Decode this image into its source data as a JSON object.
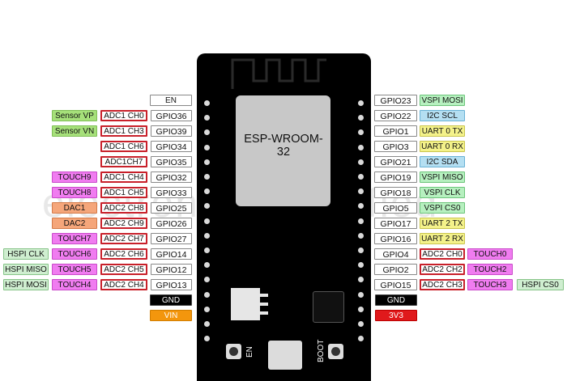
{
  "watermark": "electronicssimplified",
  "module": {
    "chip_name": "ESP-WROOM-32",
    "button_en": "EN",
    "button_boot": "BOOT"
  },
  "left_pins": [
    {
      "gpio": "EN"
    },
    {
      "gpio": "GPIO36",
      "adc": "ADC1 CH0",
      "extra": "Sensor VP"
    },
    {
      "gpio": "GPIO39",
      "adc": "ADC1 CH3",
      "extra": "Sensor VN"
    },
    {
      "gpio": "GPIO34",
      "adc": "ADC1 CH6"
    },
    {
      "gpio": "GPIO35",
      "adc": "ADC1CH7"
    },
    {
      "gpio": "GPIO32",
      "adc": "ADC1 CH4",
      "extra": "TOUCH9"
    },
    {
      "gpio": "GPIO33",
      "adc": "ADC1 CH5",
      "extra": "TOUCH8"
    },
    {
      "gpio": "GPIO25",
      "adc": "ADC2 CH8",
      "extra": "DAC1"
    },
    {
      "gpio": "GPIO26",
      "adc": "ADC2 CH9",
      "extra": "DAC2"
    },
    {
      "gpio": "GPIO27",
      "adc": "ADC2 CH7",
      "extra": "TOUCH7"
    },
    {
      "gpio": "GPIO14",
      "adc": "ADC2 CH6",
      "extra": "TOUCH6",
      "extra2": "HSPI CLK"
    },
    {
      "gpio": "GPIO12",
      "adc": "ADC2 CH5",
      "extra": "TOUCH5",
      "extra2": "HSPI MISO"
    },
    {
      "gpio": "GPIO13",
      "adc": "ADC2 CH4",
      "extra": "TOUCH4",
      "extra2": "HSPI MOSI"
    },
    {
      "gpio": "GND"
    },
    {
      "gpio": "VIN"
    }
  ],
  "right_pins": [
    {
      "gpio": "GPIO23",
      "func": "VSPI MOSI"
    },
    {
      "gpio": "GPIO22",
      "func": "I2C SCL"
    },
    {
      "gpio": "GPIO1",
      "func": "UART 0 TX"
    },
    {
      "gpio": "GPIO3",
      "func": "UART 0 RX"
    },
    {
      "gpio": "GPIO21",
      "func": "I2C SDA"
    },
    {
      "gpio": "GPIO19",
      "func": "VSPI MISO"
    },
    {
      "gpio": "GPIO18",
      "func": "VSPI CLK"
    },
    {
      "gpio": "GPIO5",
      "func": "VSPI CS0"
    },
    {
      "gpio": "GPIO17",
      "func": "UART 2 TX"
    },
    {
      "gpio": "GPIO16",
      "func": "UART 2 RX"
    },
    {
      "gpio": "GPIO4",
      "func": "ADC2 CH0",
      "extra": "TOUCH0"
    },
    {
      "gpio": "GPIO2",
      "func": "ADC2 CH2",
      "extra": "TOUCH2"
    },
    {
      "gpio": "GPIO15",
      "func": "ADC2 CH3",
      "extra": "TOUCH3",
      "extra2": "HSPI CS0"
    },
    {
      "gpio": "GND"
    },
    {
      "gpio": "3V3"
    }
  ],
  "colors": {
    "touch": "#f07cf0",
    "dac": "#f5a67a",
    "sensor": "#a6e07a",
    "hspi": "#cfeed0",
    "vspi": "#b6f0bf",
    "i2c": "#b4dff2",
    "uart": "#f4f28a",
    "adc_border": "#c8202a",
    "gnd": "#000000",
    "vin": "#f3960d",
    "v33": "#e0191c"
  }
}
